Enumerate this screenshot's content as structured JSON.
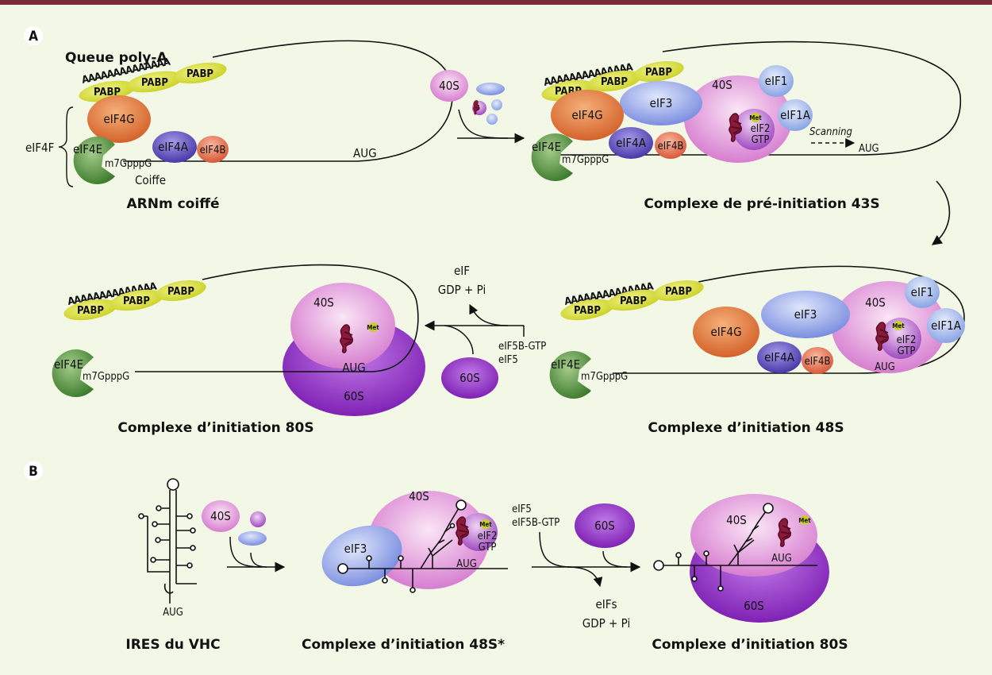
{
  "colors": {
    "background": "#f3f8e6",
    "top_bar": "#7a2e3a",
    "eIF4G": "#e07a3c",
    "eIF4A": "#5a4fb8",
    "eIF4B": "#e8785a",
    "eIF4E": "#4a8a3c",
    "eIF3": "#8aa0e8",
    "ribosome_40S": "#e8a8e0",
    "ribosome_60S": "#9a3acc",
    "pabp": "#d8e040",
    "trna": "#8a1a3a"
  },
  "panels": {
    "a": "A",
    "b": "B"
  },
  "labels": {
    "queue_polya": "Queue poly-A",
    "polya_seq": "AAAAAAAAAAAAAA",
    "pabp": "PABP",
    "eif4f": "eIF4F",
    "eif4g": "eIF4G",
    "eif4a": "eIF4A",
    "eif4b": "eIF4B",
    "eif4e": "eIF4E",
    "cap": "m7GpppG",
    "coiffe": "Coiffe",
    "aug": "AUG",
    "s40": "40S",
    "s60": "60S",
    "eif3": "eIF3",
    "eif1": "eIF1",
    "eif1a": "eIF1A",
    "eif2": "eIF2",
    "gtp": "GTP",
    "met": "Met",
    "scanning": "Scanning",
    "eif_release": "eIF",
    "gdp_pi": "GDP + Pi",
    "eif5b_gtp": "eIF5B-GTP",
    "eif5": "eIF5",
    "eifs": "eIFs"
  },
  "captions": {
    "arnm": "ARNm coiffé",
    "c43s": "Complexe de pré-initiation 43S",
    "c80s_a": "Complexe d’initiation 80S",
    "c48s": "Complexe d’initiation 48S",
    "ires": "IRES du VHC",
    "c48s_star": "Complexe d’initiation 48S*",
    "c80s_b": "Complexe d’initiation 80S"
  }
}
